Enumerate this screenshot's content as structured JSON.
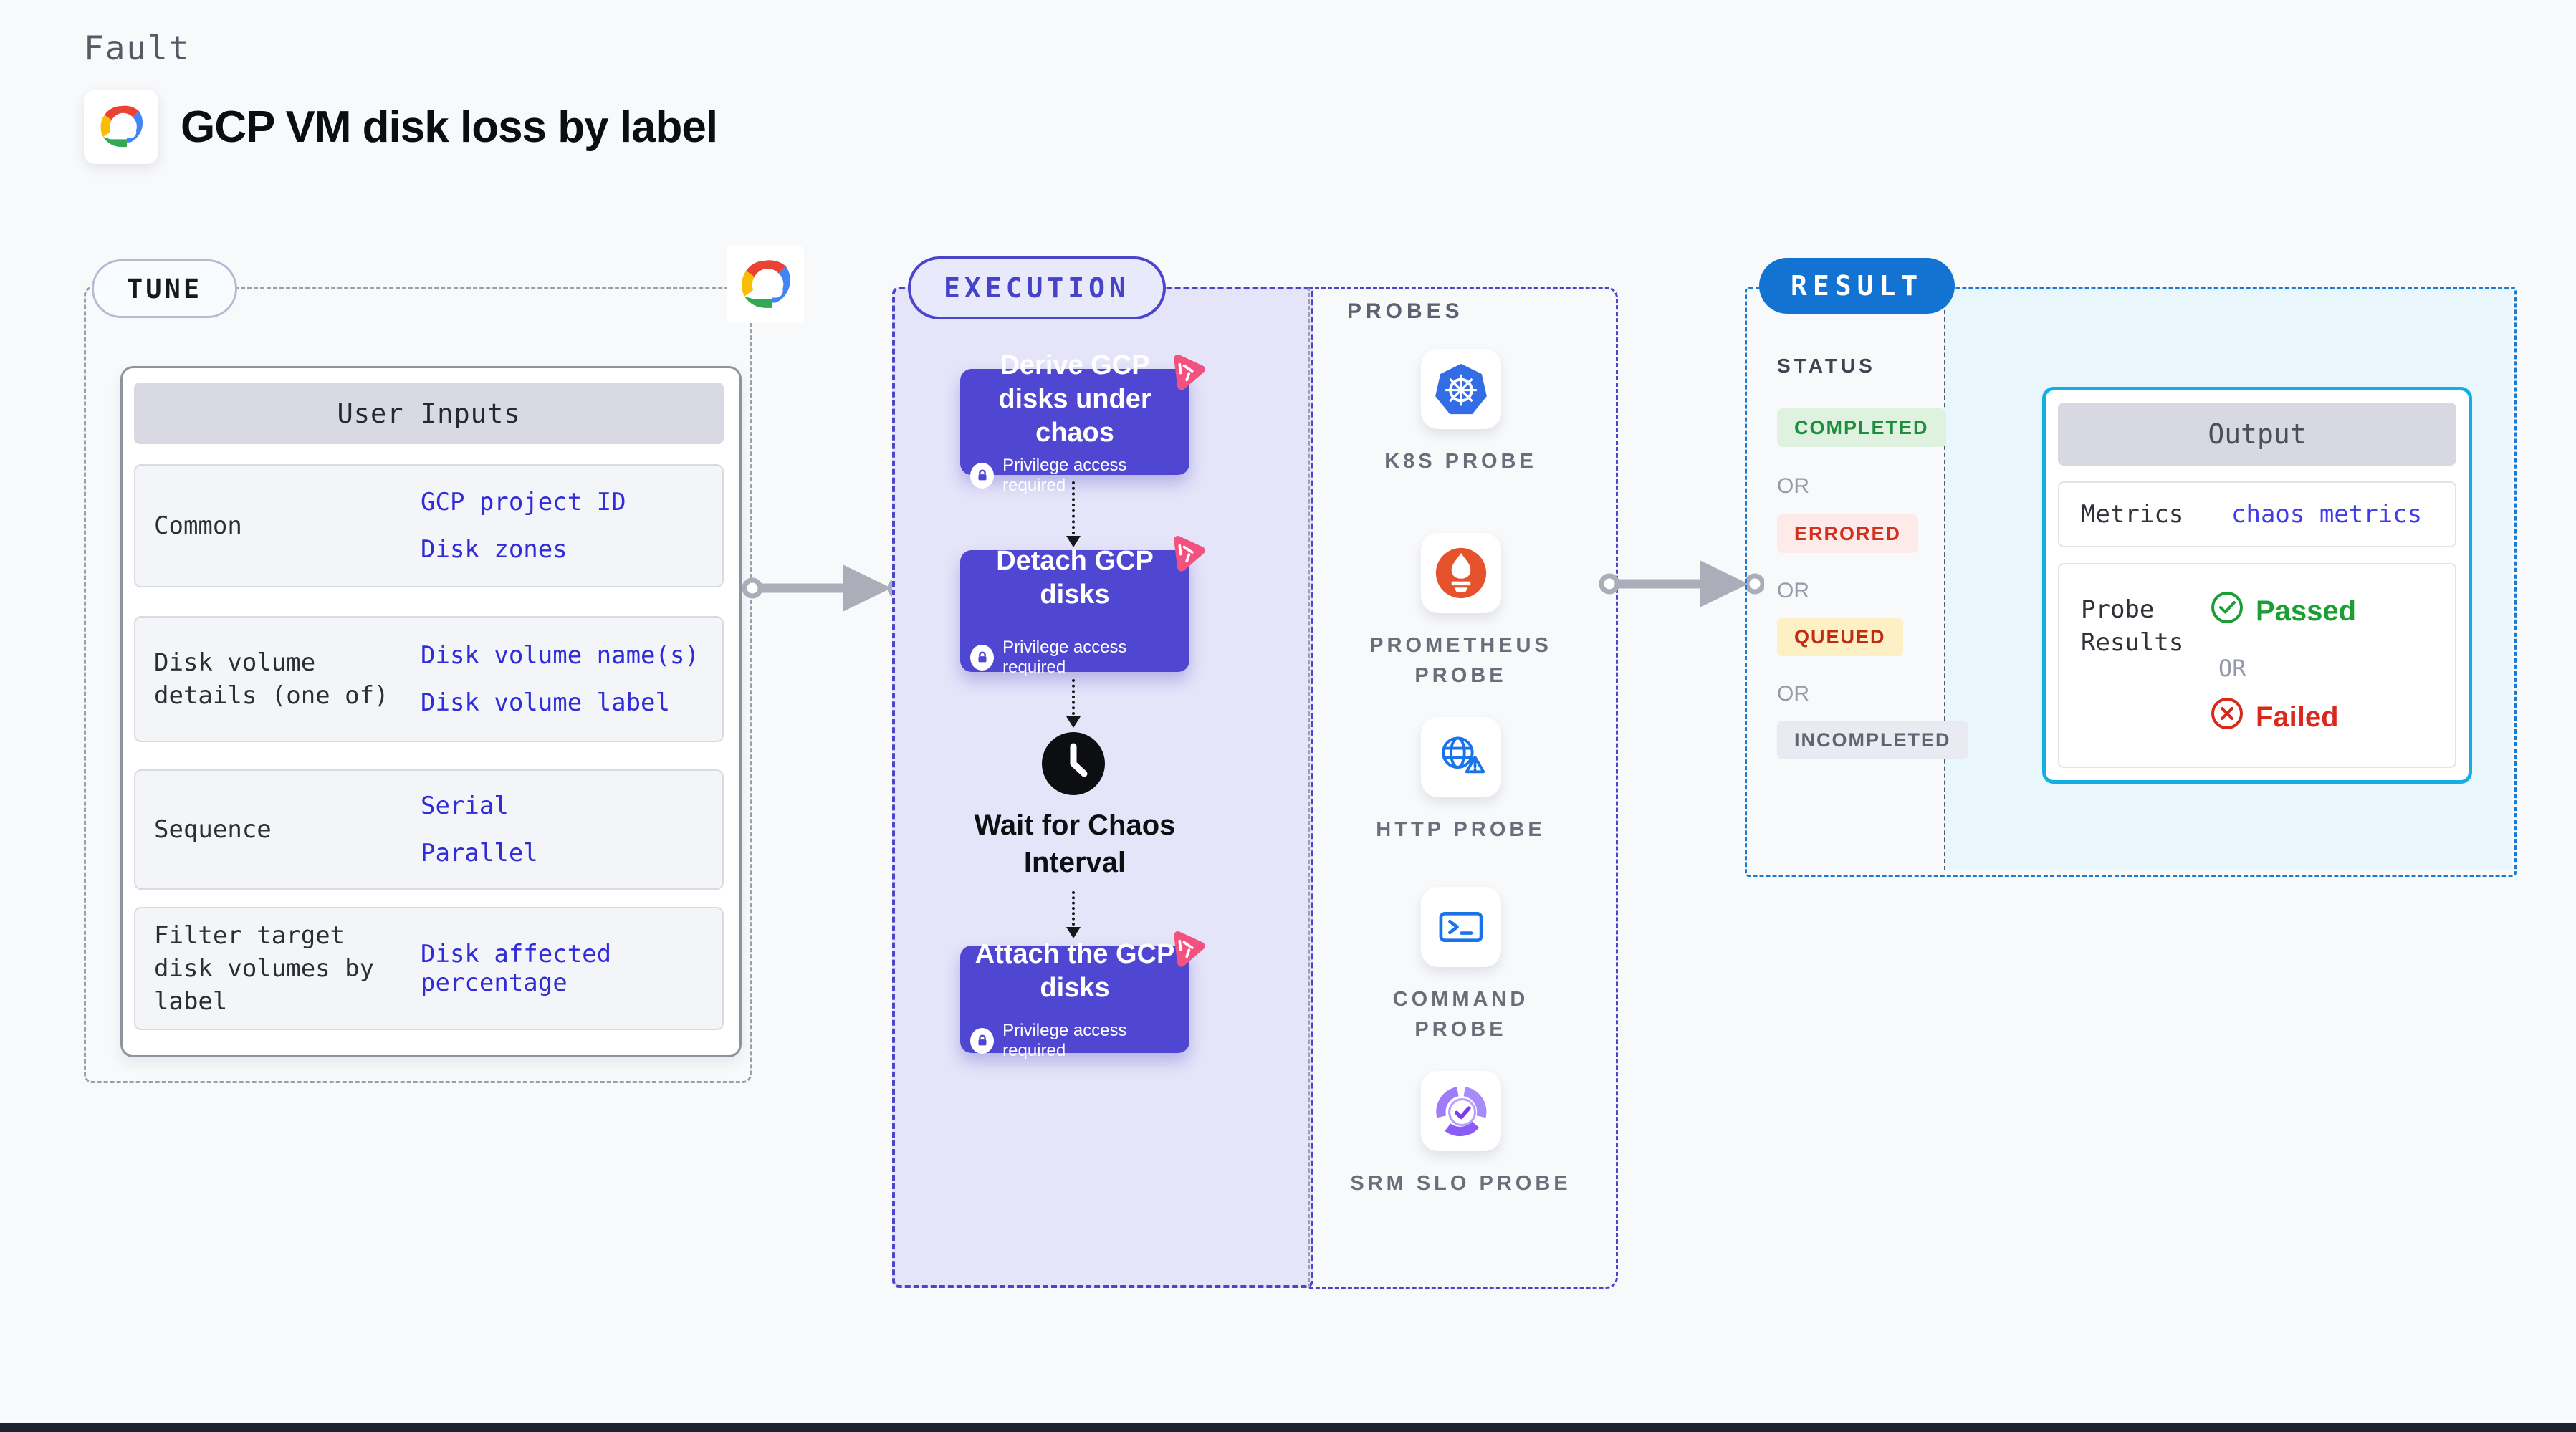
{
  "page": {
    "kicker": "Fault",
    "title": "GCP VM disk loss by label"
  },
  "tune": {
    "label": "TUNE",
    "table_title": "User Inputs",
    "rows": [
      {
        "label": "Common",
        "links": [
          "GCP project ID",
          "Disk zones"
        ]
      },
      {
        "label": "Disk volume details (one of)",
        "links": [
          "Disk volume name(s)",
          "Disk volume label"
        ]
      },
      {
        "label": "Sequence",
        "links": [
          "Serial",
          "Parallel"
        ]
      },
      {
        "label": "Filter target disk volumes by label",
        "links": [
          "Disk affected percentage"
        ]
      }
    ]
  },
  "execution": {
    "label": "EXECUTION",
    "nodes": [
      {
        "title": "Derive GCP disks under chaos",
        "badge": "Privilege access required"
      },
      {
        "title": "Detach GCP disks",
        "badge": "Privilege access required"
      },
      {
        "title": "Attach the GCP disks",
        "badge": "Privilege access required"
      }
    ],
    "wait_label": "Wait for Chaos Interval"
  },
  "probes": {
    "label": "PROBES",
    "items": [
      {
        "name": "K8S PROBE",
        "icon": "kubernetes-icon"
      },
      {
        "name": "PROMETHEUS PROBE",
        "icon": "prometheus-icon"
      },
      {
        "name": "HTTP PROBE",
        "icon": "globe-warning-icon"
      },
      {
        "name": "COMMAND PROBE",
        "icon": "terminal-icon"
      },
      {
        "name": "SRM SLO PROBE",
        "icon": "slo-donut-check-icon"
      }
    ]
  },
  "result": {
    "label": "RESULT",
    "status_label": "STATUS",
    "or_label": "OR",
    "statuses": [
      {
        "text": "COMPLETED",
        "fg": "#1e8e3e",
        "bg": "#def2df"
      },
      {
        "text": "ERRORED",
        "fg": "#d3311f",
        "bg": "#fcebe9"
      },
      {
        "text": "QUEUED",
        "fg": "#bf2b14",
        "bg": "#fdf0c4"
      },
      {
        "text": "INCOMPLETED",
        "fg": "#5f6470",
        "bg": "#eaebf2"
      }
    ],
    "output": {
      "title": "Output",
      "metrics_label": "Metrics",
      "metrics_value": "chaos metrics",
      "probe_results_label": "Probe Results",
      "or_label": "OR",
      "passed_label": "Passed",
      "failed_label": "Failed"
    }
  },
  "colors": {
    "page_bg": "#f8f9fb",
    "node_purple": "#4f46d1",
    "execution_indigo": "#4a45cb",
    "execution_zone_bg": "#e5e4f9",
    "result_blue": "#1273d2",
    "output_zone_bg": "#e9f6fc",
    "output_border_cyan": "#14aee4",
    "link_blue": "#2f2cd8",
    "arrow_gray": "#abaeb9",
    "chaos_pink": "#f3527f",
    "passed_green": "#1d9e35",
    "failed_red": "#d8291c"
  }
}
